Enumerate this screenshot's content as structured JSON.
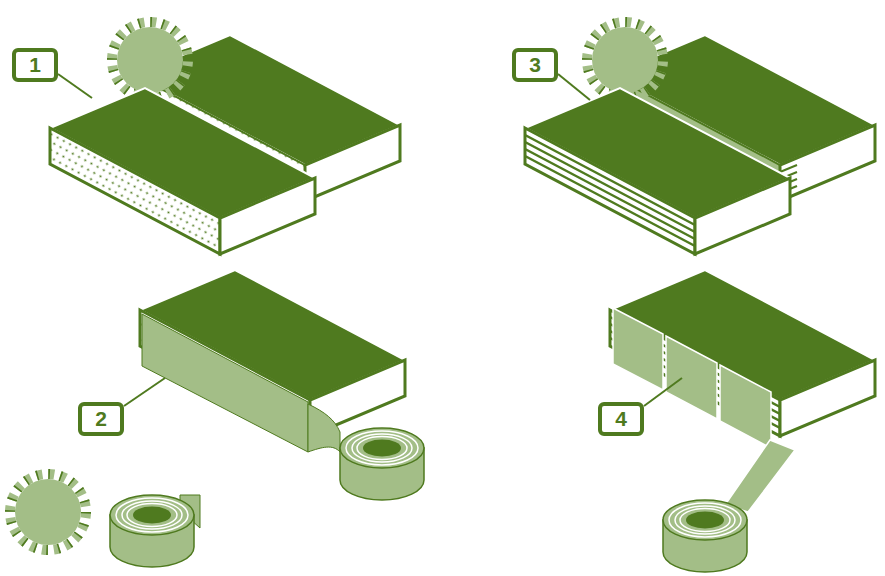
{
  "diagram": {
    "labels": [
      "1",
      "2",
      "3",
      "4"
    ]
  }
}
